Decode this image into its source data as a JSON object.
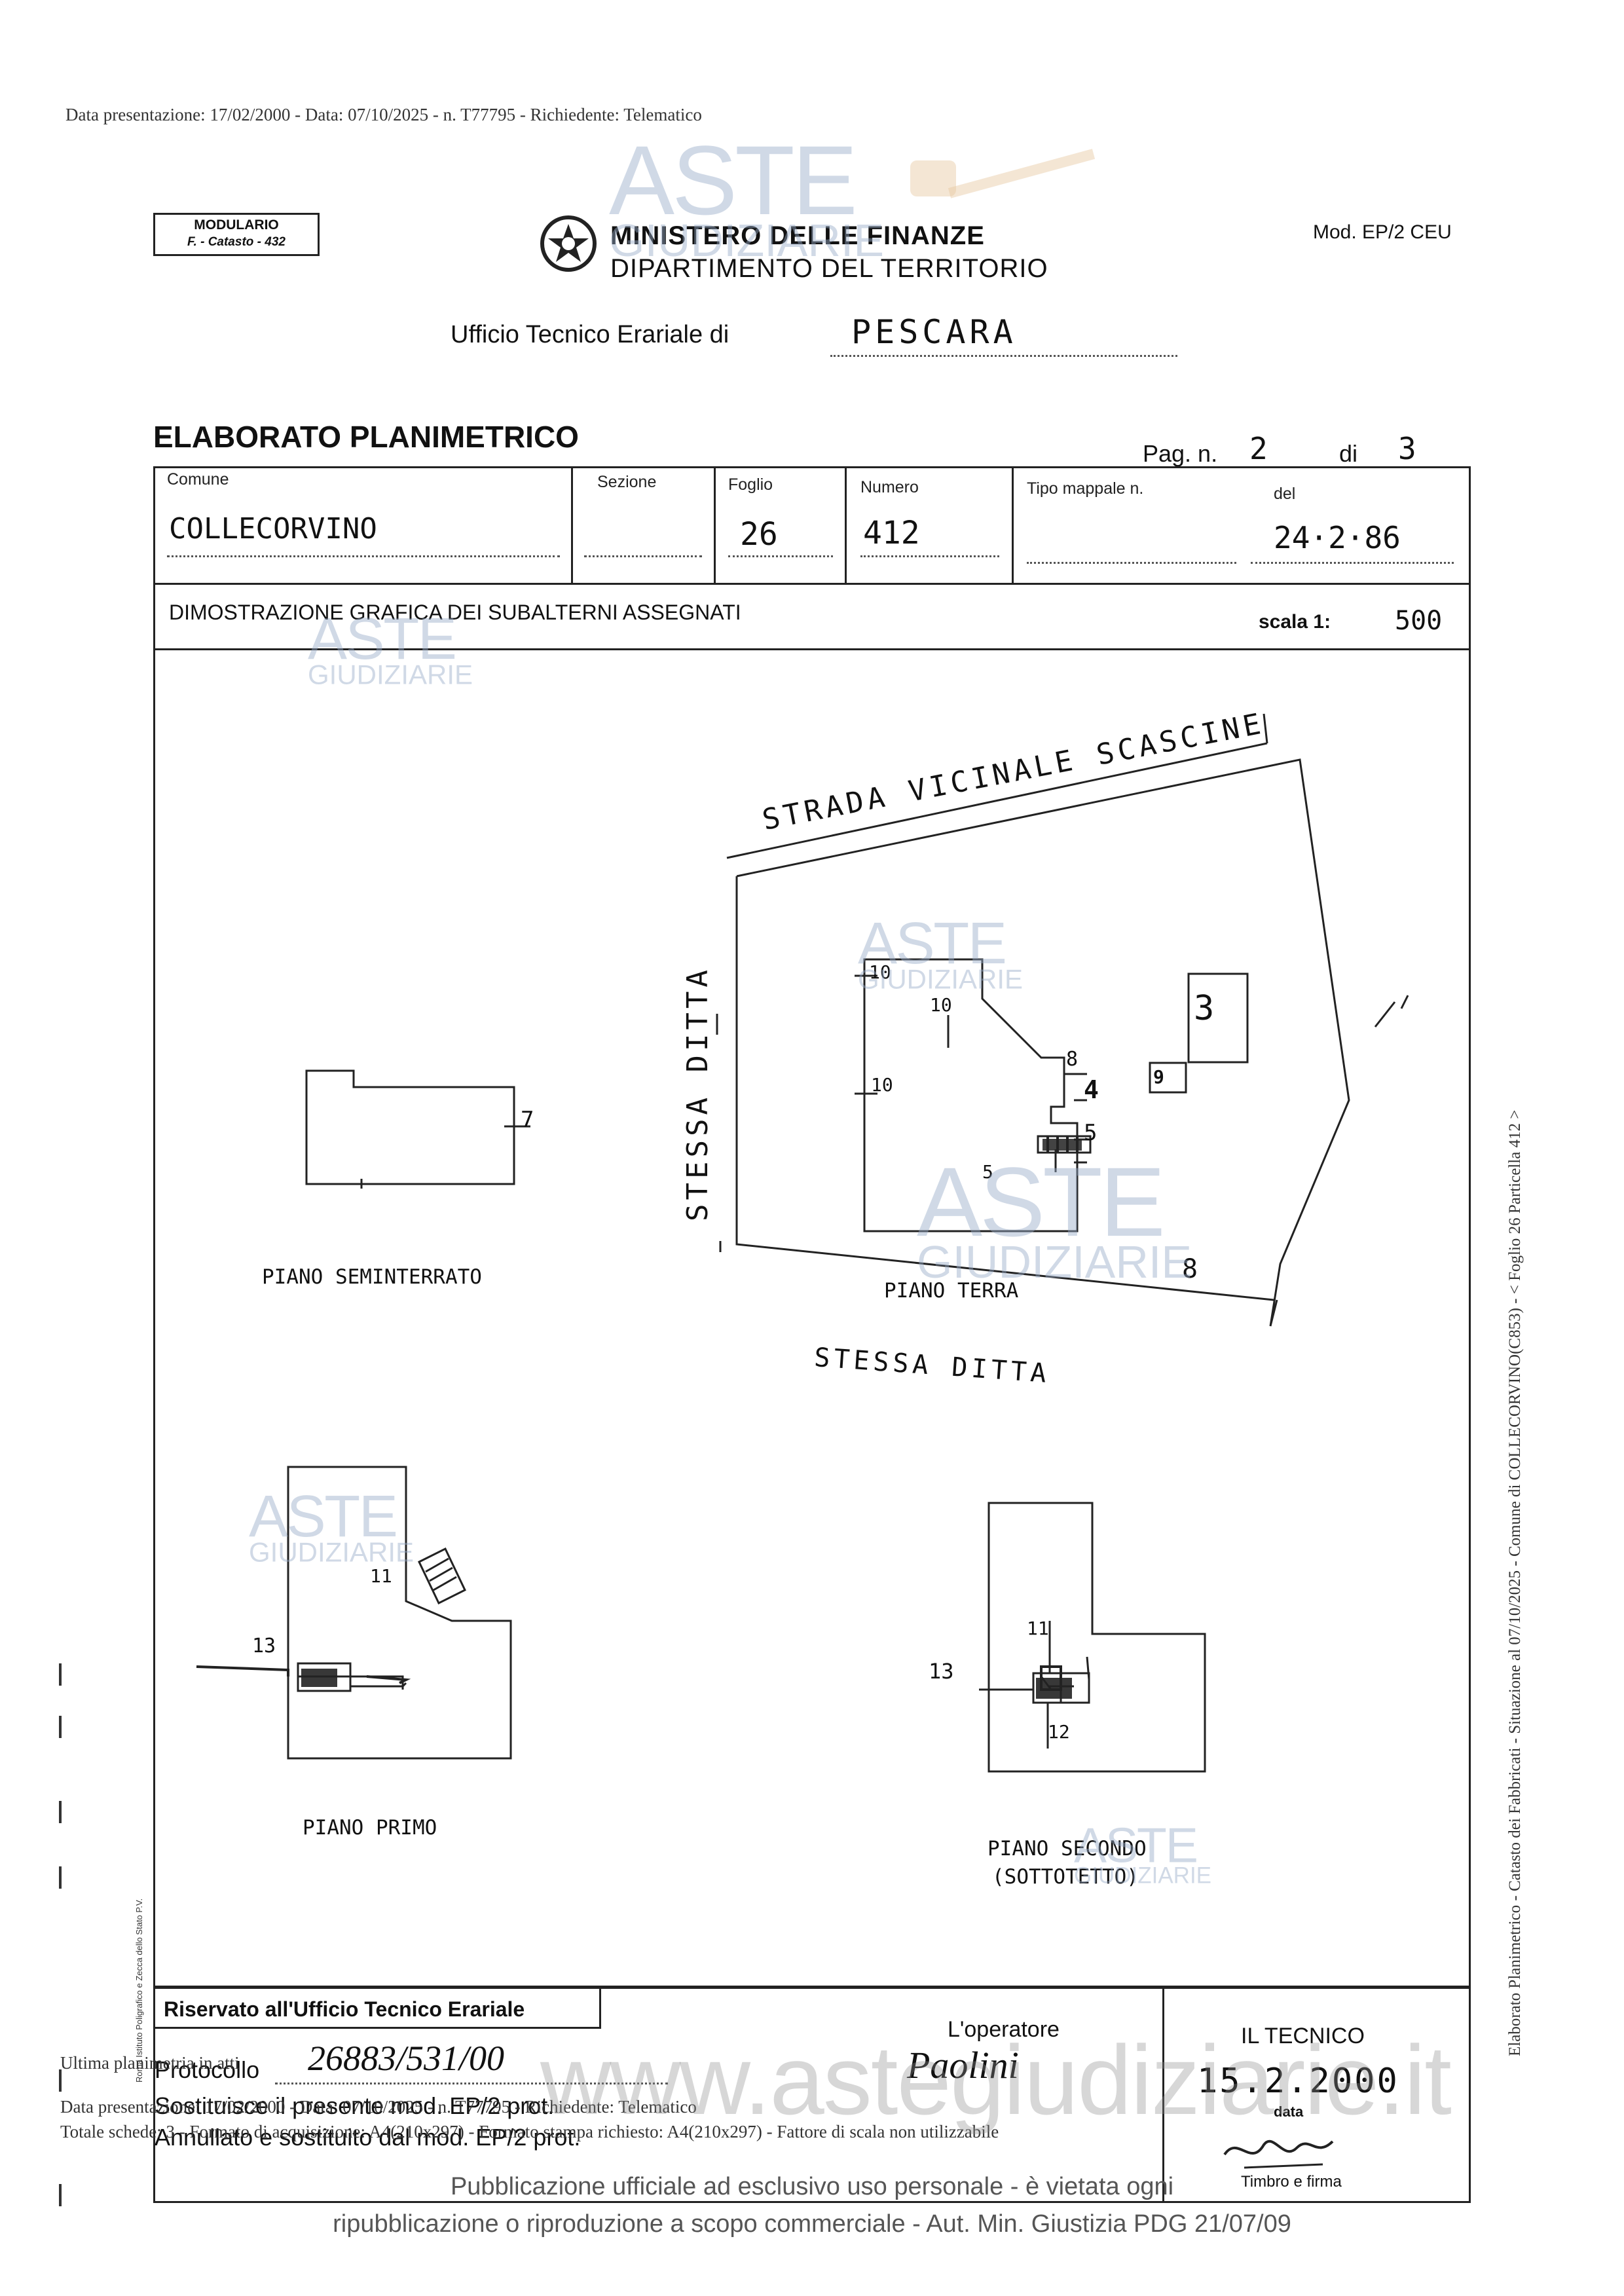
{
  "header": {
    "top_line": "Data presentazione: 17/02/2000 - Data: 07/10/2025 - n. T77795 - Richiedente: Telematico",
    "modulario_1": "MODULARIO",
    "modulario_2": "F. - Catasto - 432",
    "ministry": "MINISTERO DELLE FINANZE",
    "department": "DIPARTIMENTO DEL TERRITORIO",
    "mod": "Mod. EP/2 CEU",
    "office_label": "Ufficio Tecnico Erariale di",
    "office_value": "PESCARA"
  },
  "form": {
    "title": "ELABORATO PLANIMETRICO",
    "pag_label": "Pag. n.",
    "pag_value": "2",
    "di_label": "di",
    "di_value": "3",
    "comune_label": "Comune",
    "comune_value": "COLLECORVINO",
    "sezione_label": "Sezione",
    "foglio_label": "Foglio",
    "foglio_value": "26",
    "numero_label": "Numero",
    "numero_value": "412",
    "tipo_label": "Tipo mappale n.",
    "del_label": "del",
    "del_value": "24·2·86",
    "dimostrazione": "DIMOSTRAZIONE GRAFICA DEI SUBALTERNI ASSEGNATI",
    "scala_label": "scala 1:",
    "scala_value": "500"
  },
  "drawing": {
    "road": "STRADA VICINALE SCASCINE",
    "stessa_ditta_left": "STESSA DITTA",
    "stessa_ditta_bottom": "STESSA DITTA",
    "piano_seminterrato": "PIANO SEMINTERRATO",
    "piano_terra": "PIANO TERRA",
    "piano_primo": "PIANO PRIMO",
    "piano_secondo_1": "PIANO SECONDO",
    "piano_secondo_2": "(SOTTOTETTO)",
    "n3": "3",
    "n4": "4",
    "n5a": "5",
    "n5b": "5",
    "n7": "7",
    "n8a": "8",
    "n8b": "8",
    "n9": "9",
    "n10a": "10",
    "n10b": "10",
    "n10c": "10",
    "n11a": "11",
    "n11b": "11",
    "n12": "12",
    "n13a": "13",
    "n13b": "13"
  },
  "footer": {
    "riservato": "Riservato all'Ufficio Tecnico Erariale",
    "protocollo_label": "Protocollo",
    "protocollo_value": "26883/531/00",
    "sostituisce_label": "Sostituisce il presente mod. EP/2 prot.",
    "annullato_label": "Annullato e sostituito dal mod. EP/2 prot.",
    "operatore_label": "L'operatore",
    "operatore_sign": "Paolini",
    "tecnico_label": "IL TECNICO",
    "tecnico_date": "15.2.2000",
    "data_label": "data",
    "timbro_label": "Timbro e firma",
    "overlay_1": "Ultima planimetria in atti",
    "overlay_2": "Data presentazione: 17/02/2000 - Data: 07/10/2025 - n. T77795 - Richiedente: Telematico",
    "overlay_3": "Totale schede: 3 - Formato di acquisizione: A4(210x297) - Formato stampa richiesto: A4(210x297) - Fattore di scala non utilizzabile",
    "printer_note": "Roma Istituto Poligrafico e Zecca dello Stato P.V.",
    "website": "www.astegiudiziarie.it",
    "publication_1": "Pubblicazione ufficiale ad esclusivo uso personale - è vietata ogni",
    "publication_2": "ripubblicazione o riproduzione a scopo commerciale - Aut. Min. Giustizia PDG 21/07/09"
  },
  "side_text": "Elaborato Planimetrico - Catasto dei Fabbricati - Situazione al 07/10/2025 - Comune di COLLECORVINO(C853) - < Foglio 26 Particella 412 >",
  "watermark": {
    "line1": "ASTE",
    "line2": "GIUDIZIARIE"
  }
}
